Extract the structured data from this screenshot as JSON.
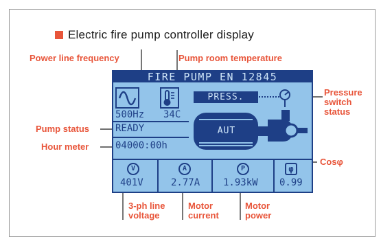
{
  "title": "Electric fire pump controller display",
  "colors": {
    "accent": "#e8553a",
    "lcd_background": "#93c4ea",
    "lcd_ink": "#1e3f86"
  },
  "display": {
    "header": "FIRE PUMP EN 12845",
    "frequency": "500Hz",
    "temperature": "34C",
    "pressure_label": "PRESS.",
    "status": "READY",
    "hour_meter": "04000:00h",
    "mode": "AUT",
    "voltage": "401V",
    "current": "2.77A",
    "power": "1.93kW",
    "cosphi": "0.99",
    "icons": {
      "frequency": "sine-wave-icon",
      "temperature": "thermometer-icon",
      "pressure_switch": "pressure-switch-icon",
      "voltage": "V",
      "current": "A",
      "power": "P",
      "cosphi": "φ"
    }
  },
  "annotations": {
    "power_line_frequency": "Power line frequency",
    "pump_room_temperature": "Pump room temperature",
    "pressure_switch_status": [
      "Pressure",
      "switch",
      "status"
    ],
    "pump_status": "Pump status",
    "hour_meter": "Hour meter",
    "cosphi": "Cosφ",
    "line_voltage": [
      "3-ph line",
      "voltage"
    ],
    "motor_current": [
      "Motor",
      "current"
    ],
    "motor_power": [
      "Motor",
      "power"
    ]
  }
}
